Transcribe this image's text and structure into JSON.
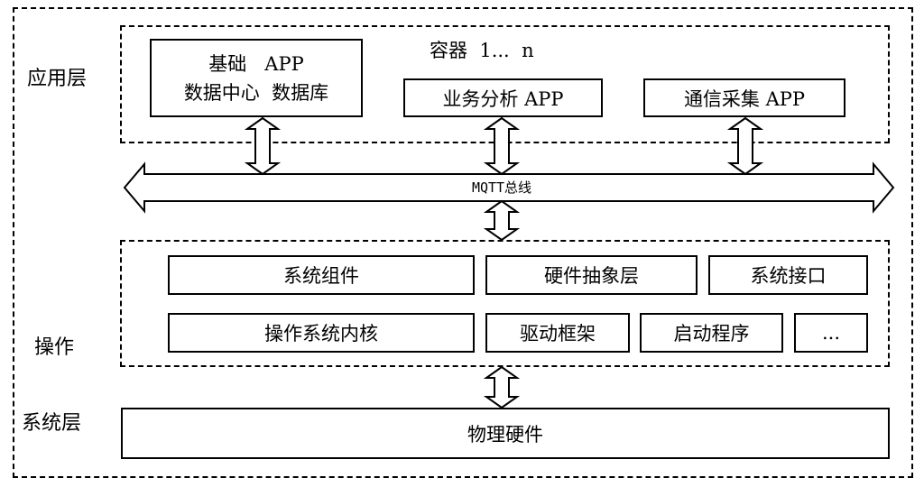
{
  "app_layer": {
    "label": "应用层",
    "container_title": "容器  1...  n",
    "boxes": {
      "base_line1": "基础   APP",
      "base_line2": "数据中心  数据库",
      "analysis": "业务分析 APP",
      "comm": "通信采集 APP"
    }
  },
  "bus": {
    "label": "MQTT总线"
  },
  "os_layer": {
    "label_line1": "操作",
    "label_line2": "系统层",
    "boxes": {
      "sys_component": "系统组件",
      "hal": "硬件抽象层",
      "sys_interface": "系统接口",
      "kernel": "操作系统内核",
      "driver": "驱动框架",
      "boot": "启动程序",
      "more": "..."
    }
  },
  "hardware": {
    "label": "物理硬件"
  }
}
